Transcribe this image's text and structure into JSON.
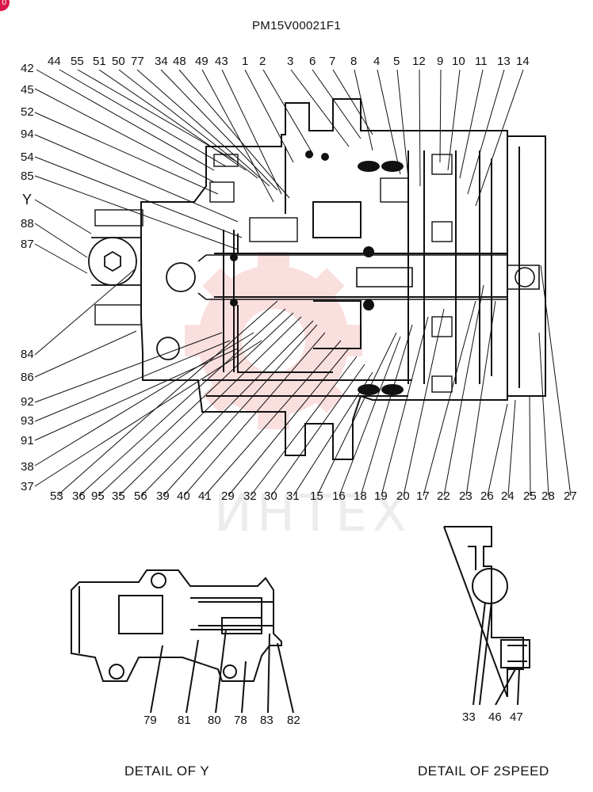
{
  "badge": "0",
  "drawing_code": "PM15V00021F1",
  "watermark": "ИНТЕХ",
  "top_labels": [
    "44",
    "55",
    "51",
    "50",
    "77",
    "34",
    "48",
    "49",
    "43",
    "1",
    "2",
    "3",
    "6",
    "7",
    "8",
    "4",
    "5",
    "12",
    "9",
    "10",
    "11",
    "13",
    "14"
  ],
  "left_labels": [
    "42",
    "45",
    "52",
    "94",
    "54",
    "85",
    "Y",
    "88",
    "87",
    "84",
    "86",
    "92",
    "93",
    "91",
    "38",
    "37"
  ],
  "bottom_labels": [
    "53",
    "36",
    "95",
    "35",
    "56",
    "39",
    "40",
    "41",
    "29",
    "32",
    "30",
    "31",
    "15",
    "16",
    "18",
    "19",
    "20",
    "17",
    "22",
    "23",
    "26",
    "24",
    "25",
    "28",
    "27"
  ],
  "detail_y": {
    "caption": "DETAIL OF Y",
    "labels": [
      "79",
      "81",
      "80",
      "78",
      "83",
      "82"
    ]
  },
  "detail_2speed": {
    "caption": "DETAIL OF 2SPEED",
    "labels": [
      "33",
      "46",
      "47"
    ]
  },
  "colors": {
    "line": "#111111",
    "watermark": "#f7c6c6",
    "badge": "#d81b4a"
  }
}
